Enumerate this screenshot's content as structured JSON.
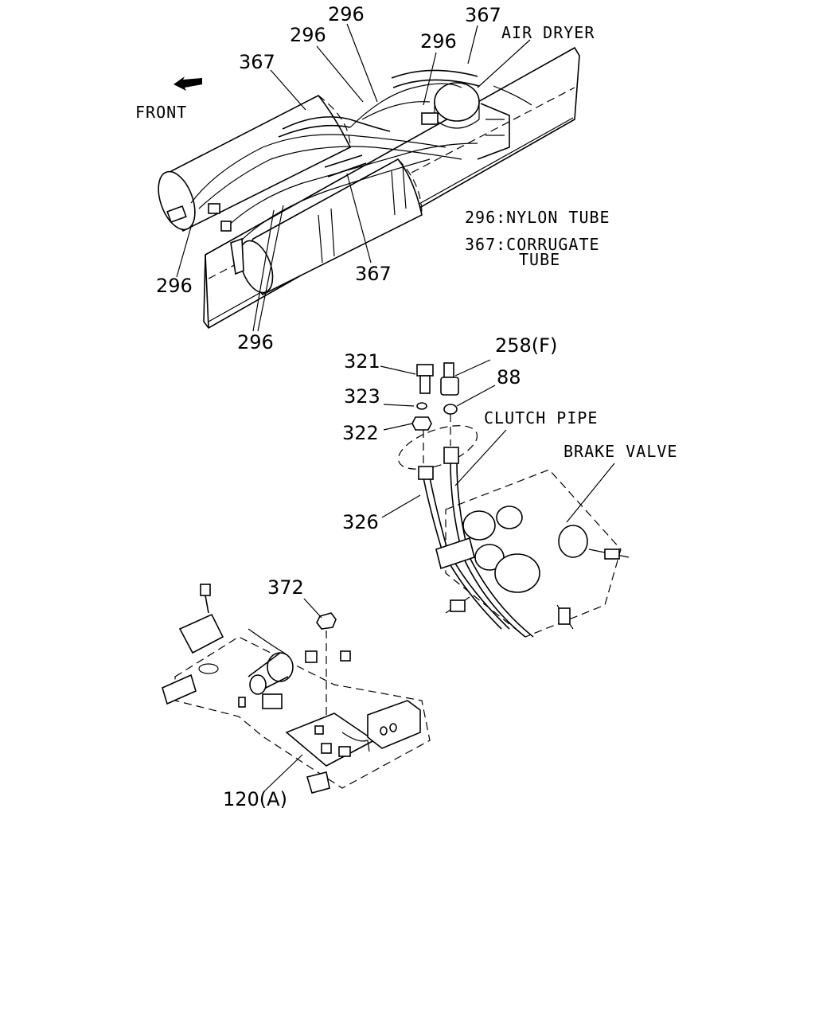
{
  "top_assembly": {
    "callouts": {
      "c296_top": "296",
      "c296_left": "296",
      "c367_top": "367",
      "c296_right": "296",
      "c367_left": "367",
      "c296_bottom_left": "296",
      "c367_bottom": "367",
      "c296_bottom": "296"
    },
    "air_dryer_label": "AIR DRYER",
    "front_label": "FRONT",
    "legend": {
      "nylon_tube": "296:NYLON TUBE",
      "corrugate_tube_line1": "367:CORRUGATE",
      "corrugate_tube_line2": "TUBE"
    }
  },
  "middle_assembly": {
    "callouts": {
      "c321": "321",
      "c258": "258(F)",
      "c88": "88",
      "c323": "323",
      "c322": "322",
      "c326": "326"
    },
    "clutch_pipe_label": "CLUTCH PIPE",
    "brake_valve_label": "BRAKE VALVE"
  },
  "bottom_assembly": {
    "callouts": {
      "c372": "372",
      "c120": "120(A)"
    }
  }
}
